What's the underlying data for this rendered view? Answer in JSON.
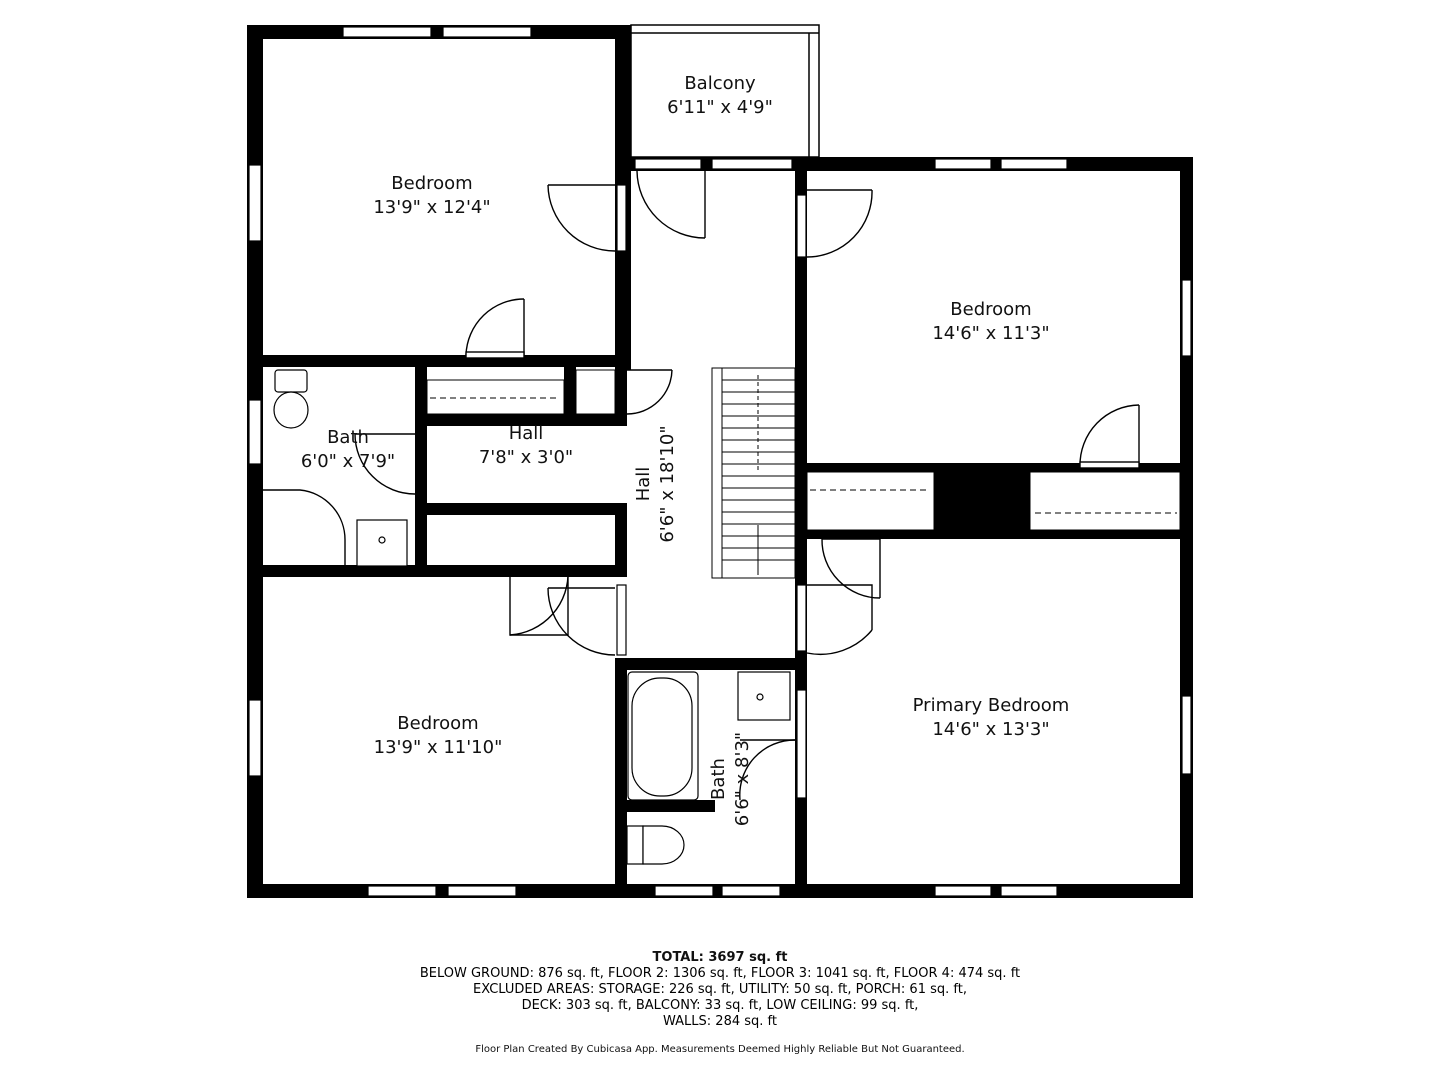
{
  "rooms": [
    {
      "id": "bedroom-nw",
      "name": "Bedroom",
      "size": "13'9\" x 12'4\""
    },
    {
      "id": "balcony",
      "name": "Balcony",
      "size": "6'11\" x 4'9\""
    },
    {
      "id": "bedroom-ne",
      "name": "Bedroom",
      "size": "14'6\" x 11'3\""
    },
    {
      "id": "bath-w",
      "name": "Bath",
      "size": "6'0\" x 7'9\""
    },
    {
      "id": "hall-small",
      "name": "Hall",
      "size": "7'8\" x 3'0\""
    },
    {
      "id": "hall-main",
      "name": "Hall",
      "size": "6'6\" x 18'10\""
    },
    {
      "id": "bedroom-sw",
      "name": "Bedroom",
      "size": "13'9\" x 11'10\""
    },
    {
      "id": "primary-bedroom",
      "name": "Primary Bedroom",
      "size": "14'6\" x 13'3\""
    },
    {
      "id": "bath-s",
      "name": "Bath",
      "size": "6'6\" x 8'3\""
    }
  ],
  "footer": {
    "total": "TOTAL: 3697 sq. ft",
    "lines": [
      "BELOW GROUND: 876 sq. ft, FLOOR 2: 1306 sq. ft, FLOOR 3: 1041 sq. ft, FLOOR 4: 474 sq. ft",
      "EXCLUDED AREAS: STORAGE: 226 sq. ft, UTILITY: 50 sq. ft, PORCH: 61 sq. ft,",
      "DECK: 303 sq. ft, BALCONY: 33 sq. ft, LOW CEILING: 99 sq. ft,",
      "WALLS: 284 sq. ft"
    ],
    "credit": "Floor Plan Created By Cubicasa App. Measurements Deemed Highly Reliable But Not Guaranteed."
  }
}
